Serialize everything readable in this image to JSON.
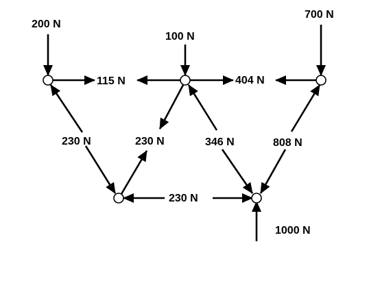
{
  "diagram": {
    "external_loads": {
      "top_left": "200 N",
      "top_middle": "100 N",
      "top_right": "700 N",
      "bottom_right": "1000 N"
    },
    "member_forces": {
      "top_left_member": "115 N",
      "top_right_member": "404 N",
      "left_diagonal": "230 N",
      "middle_left_diagonal": "230 N",
      "middle_right_diagonal": "346 N",
      "right_diagonal": "808 N",
      "bottom_member": "230 N"
    }
  }
}
